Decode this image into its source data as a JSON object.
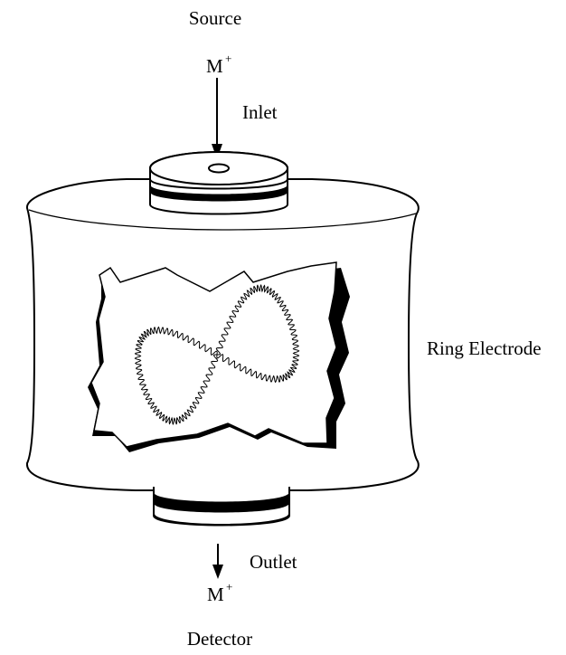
{
  "labels": {
    "source": "Source",
    "ion_top": "M",
    "ion_top_charge": "+",
    "inlet": "Inlet",
    "ring_electrode": "Ring Electrode",
    "outlet": "Outlet",
    "ion_bottom": "M",
    "ion_bottom_charge": "+",
    "detector": "Detector"
  }
}
